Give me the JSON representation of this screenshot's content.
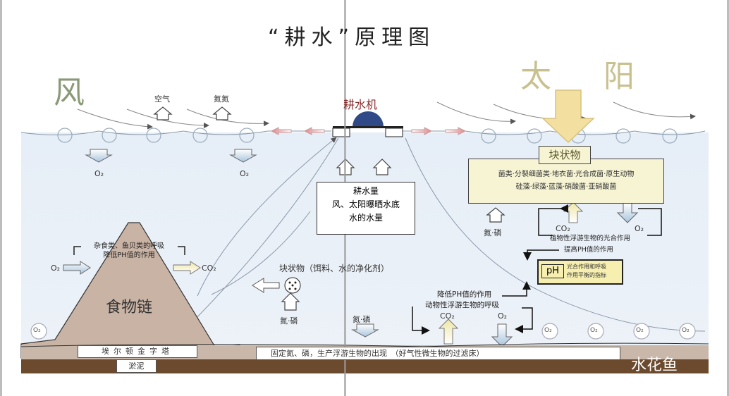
{
  "title": "“耕水”原理图",
  "labels": {
    "wind": "风",
    "sun": "太 阳",
    "machine": "耕水机",
    "gas_air": "空气",
    "gas_nitrogen": "氮氮",
    "o2_left": "O₂",
    "o2_mid": "O₂",
    "o2_bubble": "O₂"
  },
  "tillage_box": {
    "title": "耕水量",
    "line1": "风、太阳曝晒水底",
    "line2": "水的水量"
  },
  "food_chain": {
    "label": "食物链",
    "respiration_line1": "杂食类、鱼贝类的呼吸",
    "respiration_line2": "降低PH值的作用",
    "in_gas": "O₂",
    "out_gas": "CO₂",
    "pyramid_label": "埃尔顿金字塔",
    "silt_label": "淤泥"
  },
  "flocs_center": {
    "title": "块状物（饵料、水的净化剂）",
    "nutrients": "氮·磷"
  },
  "nutrients_bottom": "氮·磷",
  "flocs_right": {
    "title": "块状物",
    "line1": "菌类·分裂细菌类·地衣菌·光合成菌·原生动物",
    "line2": "硅藻·绿藻·蓝藻·硝酸菌·亚硝酸菌",
    "nutrients": "氮·磷",
    "co2": "CO₂",
    "o2": "O₂",
    "photosynthesis": "植物性浮游生物的光合作用",
    "raise_ph": "提高PH值的作用"
  },
  "ph_box": {
    "label": "pH",
    "line1": "光合作用和呼吸",
    "line2": "作用平衡的指标"
  },
  "zooplankton": {
    "lower_ph": "降低PH值的作用",
    "respiration": "动物性浮游生物的呼吸",
    "co2": "CO₂",
    "o2": "O₂"
  },
  "bottom_bar": {
    "text": "固定氮、磷，生产浮游生物的出现　（好气性微生物的过滤床）"
  },
  "bubbles": [
    "O₂",
    "O₂",
    "O₂",
    "O₂",
    "O₂"
  ],
  "watermark": "水花鱼",
  "colors": {
    "water": "#e9f0f7",
    "machine": "#2f4a86",
    "pyramid": "#c9b3a4",
    "mud": "#6b4a2e",
    "floc_box": "#f7f4d4",
    "sun_arrow": "#f3dfa0",
    "flow_arrow": "#d9868a"
  }
}
